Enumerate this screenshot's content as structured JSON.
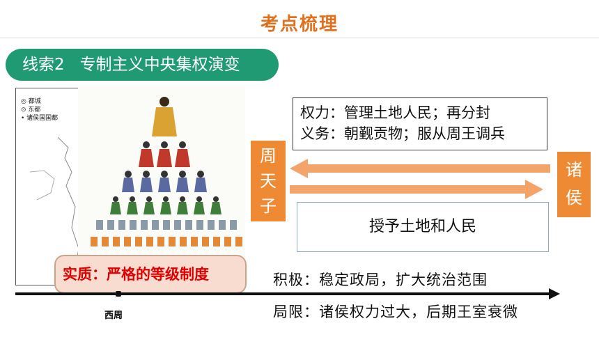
{
  "header": {
    "title": "考点梳理"
  },
  "clue": {
    "number": "线索2",
    "topic": "专制主义中央集权演变"
  },
  "map": {
    "legend": [
      "都城",
      "东都",
      "诸侯国国都"
    ]
  },
  "essence": {
    "text": "实质：严格的等级制度"
  },
  "timeline": {
    "period": "西周"
  },
  "rights": {
    "line1": "权力：管理土地人民；再分封",
    "line2": "义务：朝觐贡物；服从周王调兵"
  },
  "king": {
    "chars": [
      "周",
      "天",
      "子"
    ]
  },
  "lord": {
    "chars": [
      "诸",
      "侯"
    ]
  },
  "grant": {
    "text": "授予土地和人民"
  },
  "evaluation": {
    "positive": "积极：稳定政局，扩大统治范围",
    "negative": "局限：诸侯权力过大，后期王室衰微"
  },
  "colors": {
    "title": "#e0701e",
    "pill": "#1f9a73",
    "tag": "#ee8a33",
    "arrow": "#f3a46a",
    "essence_text": "#e00000"
  }
}
